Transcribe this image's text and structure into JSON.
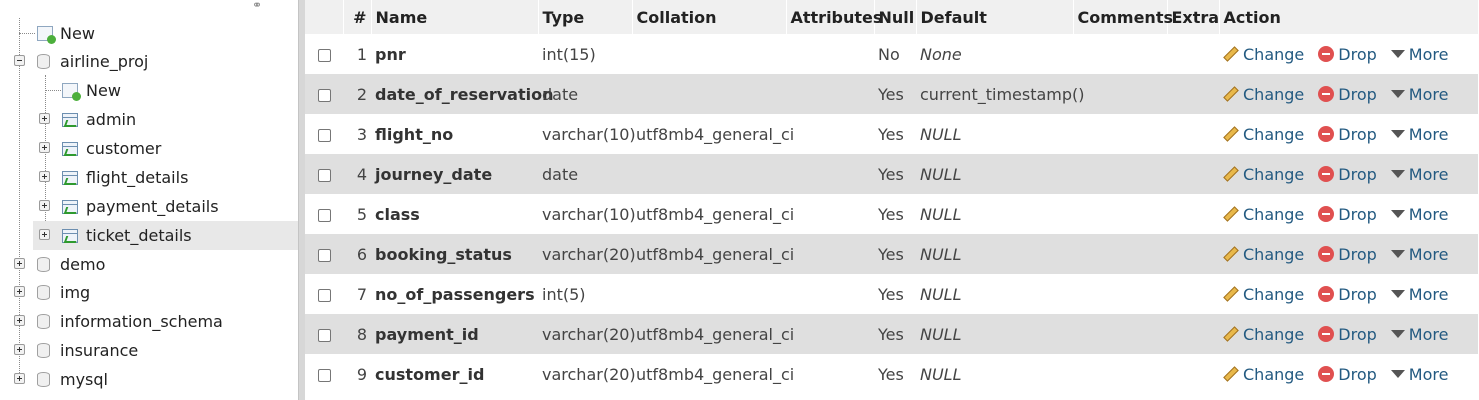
{
  "nav": {
    "new_label": "New",
    "databases": [
      {
        "name": "airline_proj",
        "expanded": true,
        "new_label": "New",
        "tables": [
          "admin",
          "customer",
          "flight_details",
          "payment_details",
          "ticket_details"
        ],
        "selected_table": "ticket_details"
      },
      {
        "name": "demo"
      },
      {
        "name": "img"
      },
      {
        "name": "information_schema"
      },
      {
        "name": "insurance"
      },
      {
        "name": "mysql"
      }
    ]
  },
  "structure": {
    "headers": [
      "#",
      "Name",
      "Type",
      "Collation",
      "Attributes",
      "Null",
      "Default",
      "Comments",
      "Extra",
      "Action"
    ],
    "rows": [
      {
        "num": "1",
        "name": "pnr",
        "type": "int(15)",
        "collation": "",
        "attributes": "",
        "null": "No",
        "default": "None",
        "default_italic": true,
        "comments": "",
        "extra": ""
      },
      {
        "num": "2",
        "name": "date_of_reservation",
        "type": "date",
        "collation": "",
        "attributes": "",
        "null": "Yes",
        "default": "current_timestamp()",
        "default_italic": false,
        "comments": "",
        "extra": ""
      },
      {
        "num": "3",
        "name": "flight_no",
        "type": "varchar(10)",
        "collation": "utf8mb4_general_ci",
        "attributes": "",
        "null": "Yes",
        "default": "NULL",
        "default_italic": true,
        "comments": "",
        "extra": ""
      },
      {
        "num": "4",
        "name": "journey_date",
        "type": "date",
        "collation": "",
        "attributes": "",
        "null": "Yes",
        "default": "NULL",
        "default_italic": true,
        "comments": "",
        "extra": ""
      },
      {
        "num": "5",
        "name": "class",
        "type": "varchar(10)",
        "collation": "utf8mb4_general_ci",
        "attributes": "",
        "null": "Yes",
        "default": "NULL",
        "default_italic": true,
        "comments": "",
        "extra": ""
      },
      {
        "num": "6",
        "name": "booking_status",
        "type": "varchar(20)",
        "collation": "utf8mb4_general_ci",
        "attributes": "",
        "null": "Yes",
        "default": "NULL",
        "default_italic": true,
        "comments": "",
        "extra": ""
      },
      {
        "num": "7",
        "name": "no_of_passengers",
        "type": "int(5)",
        "collation": "",
        "attributes": "",
        "null": "Yes",
        "default": "NULL",
        "default_italic": true,
        "comments": "",
        "extra": ""
      },
      {
        "num": "8",
        "name": "payment_id",
        "type": "varchar(20)",
        "collation": "utf8mb4_general_ci",
        "attributes": "",
        "null": "Yes",
        "default": "NULL",
        "default_italic": true,
        "comments": "",
        "extra": ""
      },
      {
        "num": "9",
        "name": "customer_id",
        "type": "varchar(20)",
        "collation": "utf8mb4_general_ci",
        "attributes": "",
        "null": "Yes",
        "default": "NULL",
        "default_italic": true,
        "comments": "",
        "extra": ""
      }
    ],
    "actions": {
      "change": "Change",
      "drop": "Drop",
      "more": "More"
    },
    "icons": {
      "change": "pencil-icon",
      "drop": "drop-icon",
      "more": "caret-down-icon"
    }
  },
  "colors": {
    "link": "#235a81",
    "row_alt": "#dfdfdf",
    "header_bg": "#f0f0f0"
  }
}
